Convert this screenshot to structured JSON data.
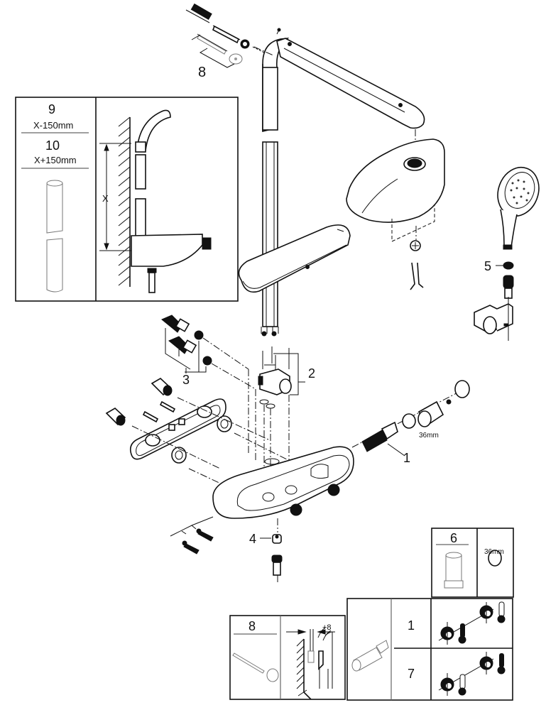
{
  "diagram": {
    "title": "Shower system exploded parts diagram",
    "callouts": [
      {
        "id": "1",
        "label": "1"
      },
      {
        "id": "2",
        "label": "2"
      },
      {
        "id": "3",
        "label": "3"
      },
      {
        "id": "4",
        "label": "4"
      },
      {
        "id": "5",
        "label": "5"
      },
      {
        "id": "8",
        "label": "8"
      }
    ],
    "wrench_size_main": "36mm",
    "inset_rail": {
      "part_9": "9",
      "part_9_note": "X-150mm",
      "part_10": "10",
      "part_10_note": "X+150mm",
      "dimension_label": "X"
    },
    "inset_6": {
      "part": "6",
      "wrench_size": "36mm"
    },
    "inset_8": {
      "part": "8",
      "offset_label": "+8"
    },
    "inset_connection": {
      "row_1": "1",
      "row_7": "7"
    }
  }
}
